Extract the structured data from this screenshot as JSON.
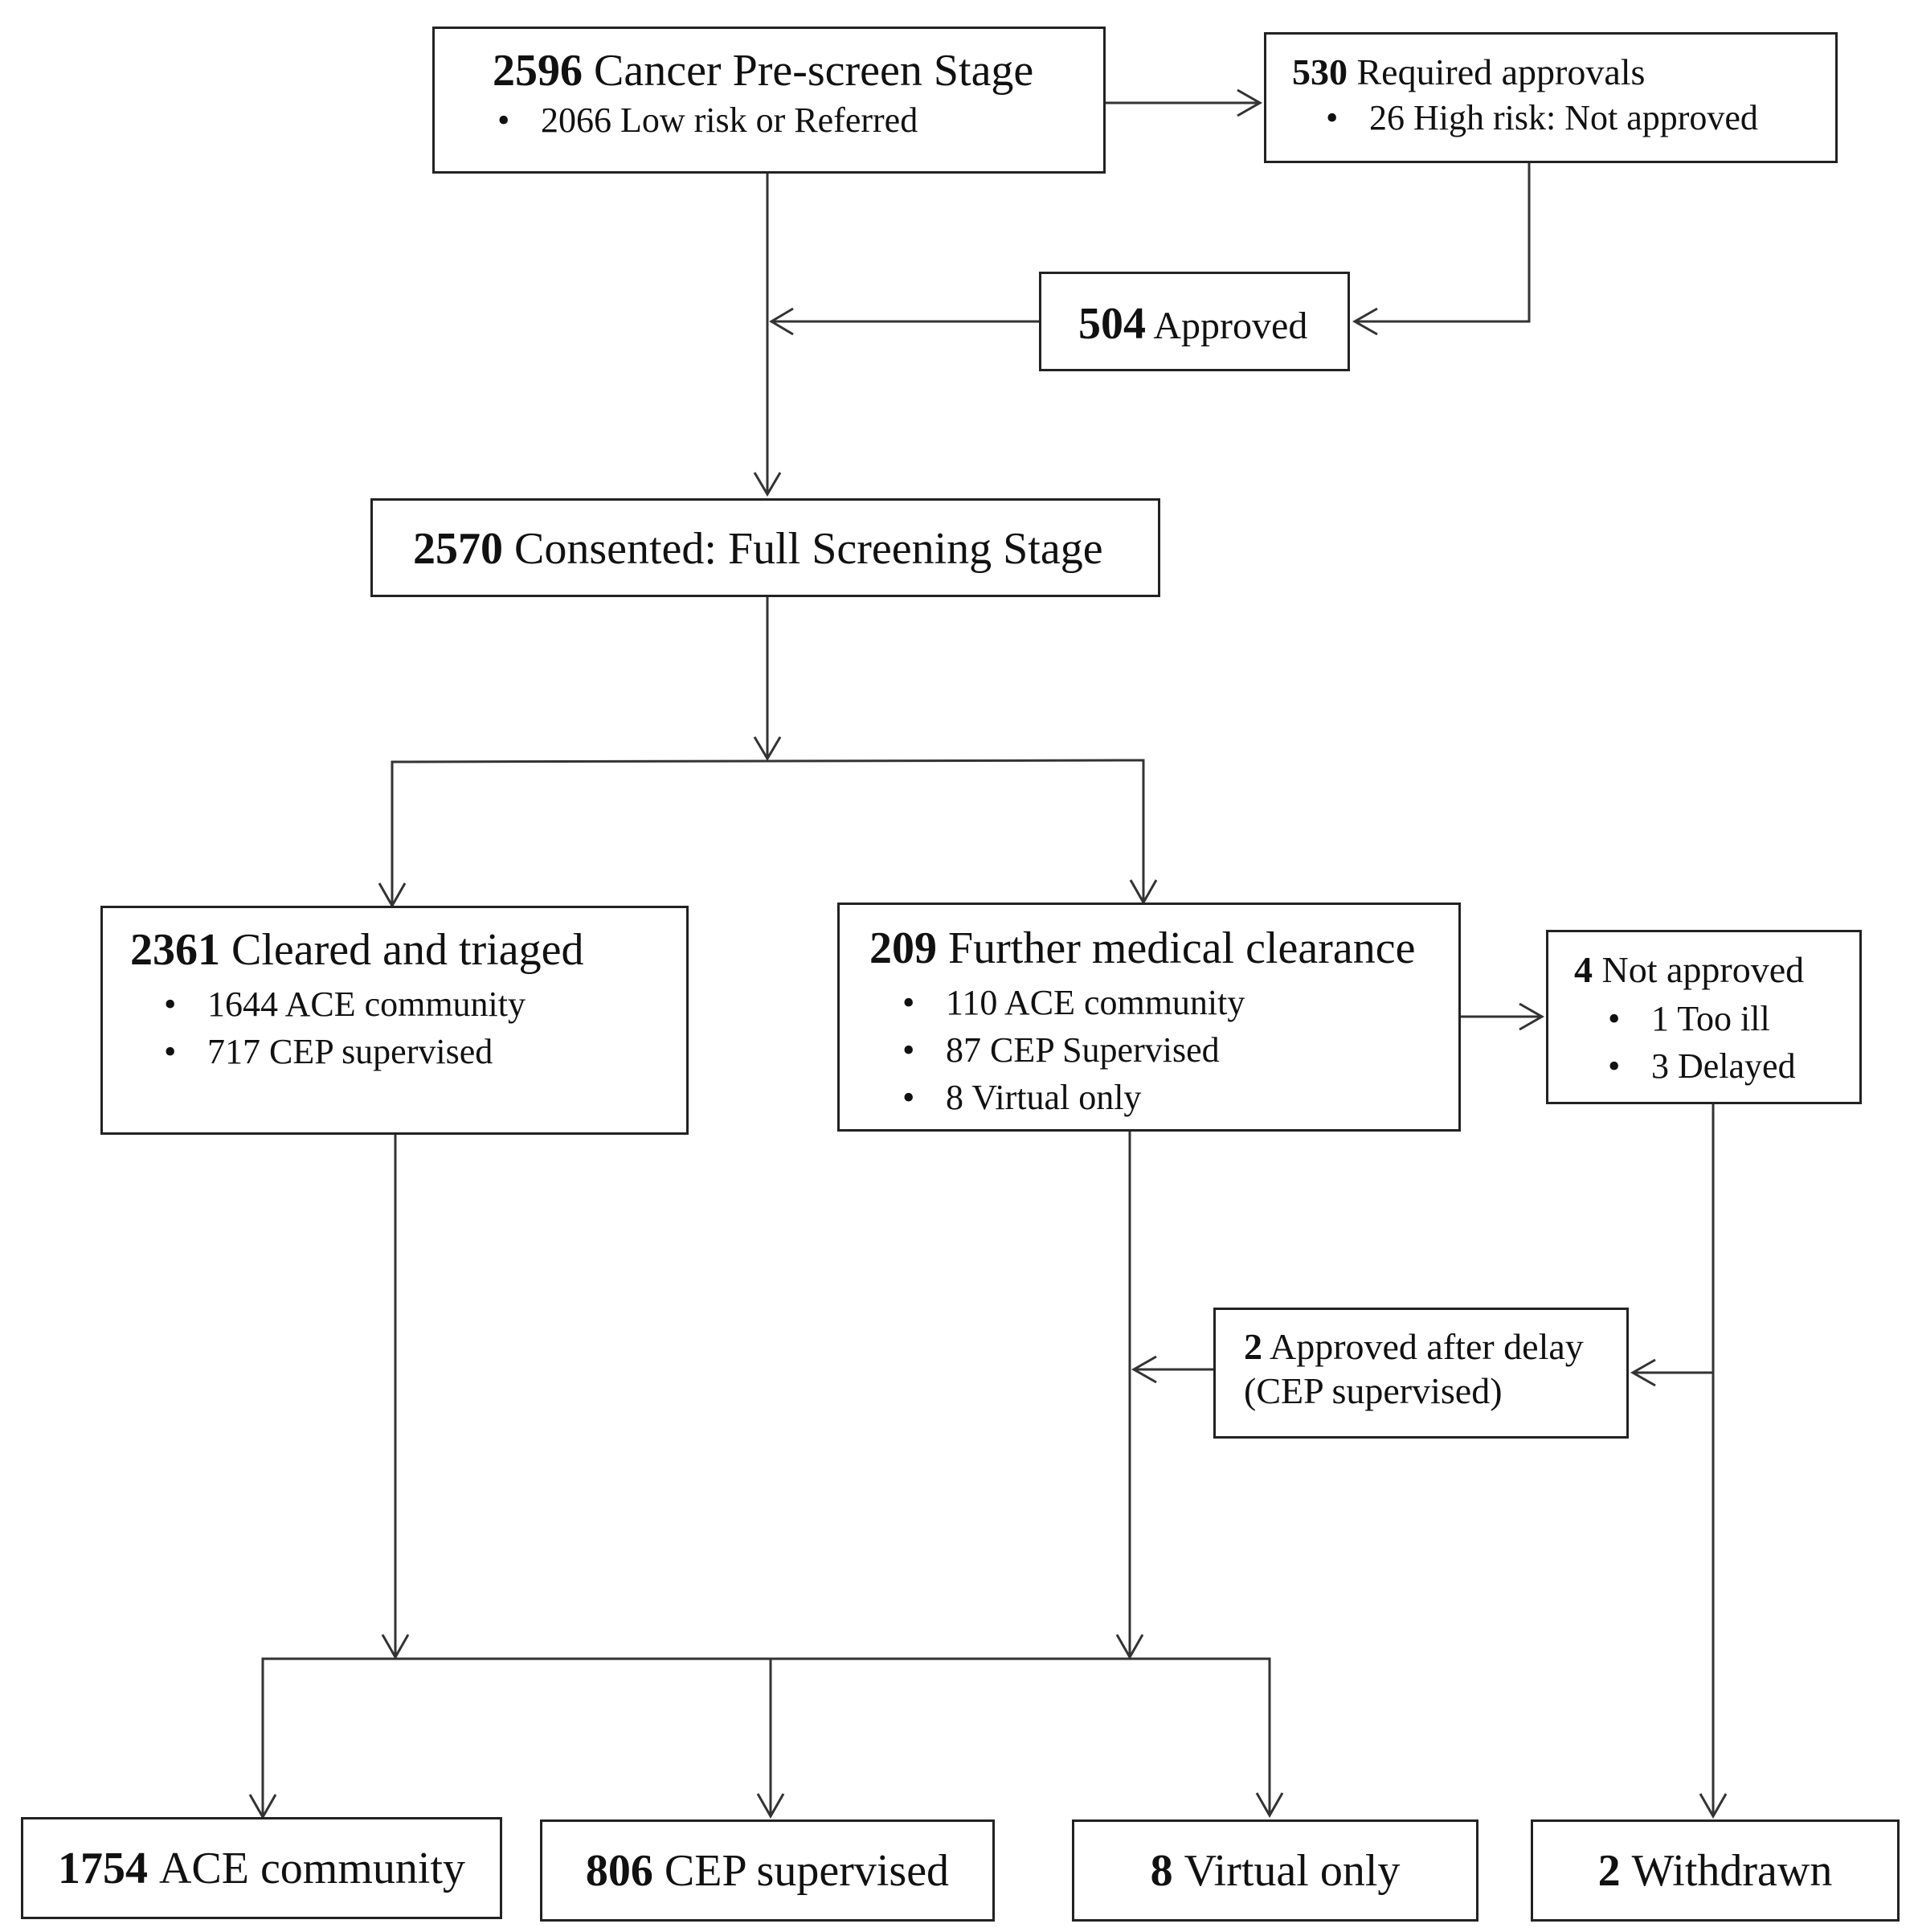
{
  "prescreen": {
    "count": "2596",
    "label": "Cancer Pre-screen Stage",
    "items": [
      "2066 Low risk or Referred"
    ]
  },
  "required": {
    "count": "530",
    "label": "Required approvals",
    "items": [
      "26 High risk: Not approved"
    ]
  },
  "approved": {
    "count": "504",
    "label": "Approved"
  },
  "consented": {
    "count": "2570",
    "label": "Consented: Full Screening Stage"
  },
  "cleared": {
    "count": "2361",
    "label": "Cleared and triaged",
    "items": [
      "1644 ACE community",
      "717 CEP supervised"
    ]
  },
  "further": {
    "count": "209",
    "label": "Further medical clearance",
    "items": [
      "110 ACE community",
      "87 CEP Supervised",
      "8 Virtual only"
    ]
  },
  "not_approved": {
    "count": "4",
    "label": "Not approved",
    "items": [
      "1 Too ill",
      "3 Delayed"
    ]
  },
  "approved_delay": {
    "count": "2",
    "label": "Approved after delay",
    "sub": "(CEP supervised)"
  },
  "outcomes": [
    {
      "count": "1754",
      "label": "ACE community"
    },
    {
      "count": "806",
      "label": "CEP supervised"
    },
    {
      "count": "8",
      "label": "Virtual only"
    },
    {
      "count": "2",
      "label": "Withdrawn"
    }
  ]
}
